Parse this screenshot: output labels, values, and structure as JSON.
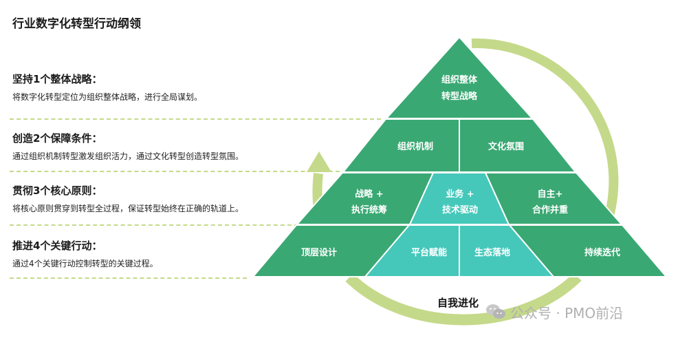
{
  "title": "行业数字化转型行动纲领",
  "sections": [
    {
      "heading": "坚持1个整体战略：",
      "desc": "将数字化转型定位为组织整体战略，进行全局谋划。"
    },
    {
      "heading": "创造2个保障条件：",
      "desc": "通过组织机制转型激发组织活力，通过文化转型创造转型氛围。"
    },
    {
      "heading": "贯彻3个核心原则：",
      "desc": "将核心原则贯穿到转型全过程，保证转型始终在正确的轨道上。"
    },
    {
      "heading": "推进4个关键行动：",
      "desc": "通过4个关键行动控制转型的关键过程。"
    }
  ],
  "pyramid": {
    "tier1": {
      "line1": "组织整体",
      "line2": "转型战略"
    },
    "tier2": [
      "组织机制",
      "文化氛围"
    ],
    "tier3": [
      {
        "line1": "战略 +",
        "line2": "执行统筹"
      },
      {
        "line1": "业务 +",
        "line2": "技术驱动"
      },
      {
        "line1": "自主+",
        "line2": "合作并重"
      }
    ],
    "tier4": [
      "顶层设计",
      "平台赋能",
      "生态落地",
      "持续迭代"
    ]
  },
  "cycle_label": "自我进化",
  "watermark": "公众号 · PMO前沿",
  "colors": {
    "green": "#3aa873",
    "teal": "#45c8ba",
    "ring": "#c5d98a",
    "dash": "#c5d98a"
  }
}
